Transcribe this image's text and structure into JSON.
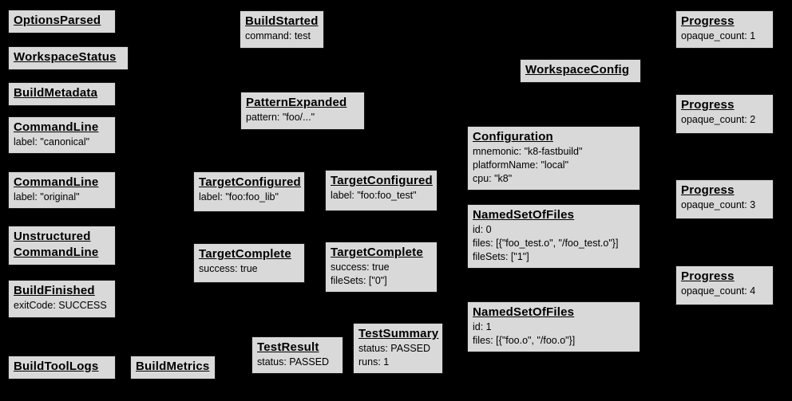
{
  "page": {
    "background_color": "#000000",
    "box_fill_color": "#d9d9d9",
    "box_border_color": "#161616",
    "box_text_color": "#000000"
  },
  "boxes": [
    {
      "title": "OptionsParsed",
      "lines": []
    },
    {
      "title": "WorkspaceStatus",
      "lines": []
    },
    {
      "title": "BuildMetadata",
      "lines": []
    },
    {
      "title": "CommandLine",
      "lines": [
        "label: \"canonical\""
      ]
    },
    {
      "title": "CommandLine",
      "lines": [
        "label: \"original\""
      ]
    },
    {
      "title": "Unstructured\nCommandLine",
      "lines": []
    },
    {
      "title": "BuildFinished",
      "lines": [
        "exitCode: SUCCESS"
      ]
    },
    {
      "title": "BuildToolLogs",
      "lines": []
    },
    {
      "title": "BuildMetrics",
      "lines": []
    },
    {
      "title": "BuildStarted",
      "lines": [
        "command: test"
      ]
    },
    {
      "title": "PatternExpanded",
      "lines": [
        "pattern: \"foo/...\""
      ]
    },
    {
      "title": "TargetConfigured",
      "lines": [
        "label: \"foo:foo_lib\""
      ]
    },
    {
      "title": "TargetConfigured",
      "lines": [
        "label: \"foo:foo_test\""
      ]
    },
    {
      "title": "TargetComplete",
      "lines": [
        "success: true"
      ]
    },
    {
      "title": "TargetComplete",
      "lines": [
        "success: true",
        "fileSets: [\"0\"]"
      ]
    },
    {
      "title": "TestResult",
      "lines": [
        "status: PASSED"
      ]
    },
    {
      "title": "TestSummary",
      "lines": [
        "status: PASSED",
        "runs: 1"
      ]
    },
    {
      "title": "WorkspaceConfig",
      "lines": []
    },
    {
      "title": "Configuration",
      "lines": [
        "mnemonic: \"k8-fastbuild\"",
        "platformName: \"local\"",
        "cpu: \"k8\""
      ]
    },
    {
      "title": "NamedSetOfFiles",
      "lines": [
        "id: 0",
        "files: [{\"foo_test.o\", \"/foo_test.o\"}]",
        "fileSets: [\"1\"]"
      ]
    },
    {
      "title": "NamedSetOfFiles",
      "lines": [
        "id: 1",
        "files: [{\"foo.o\", \"/foo.o\"}]"
      ]
    },
    {
      "title": "Progress",
      "lines": [
        "opaque_count: 1"
      ]
    },
    {
      "title": "Progress",
      "lines": [
        "opaque_count: 2"
      ]
    },
    {
      "title": "Progress",
      "lines": [
        "opaque_count: 3"
      ]
    },
    {
      "title": "Progress",
      "lines": [
        "opaque_count: 4"
      ]
    }
  ]
}
